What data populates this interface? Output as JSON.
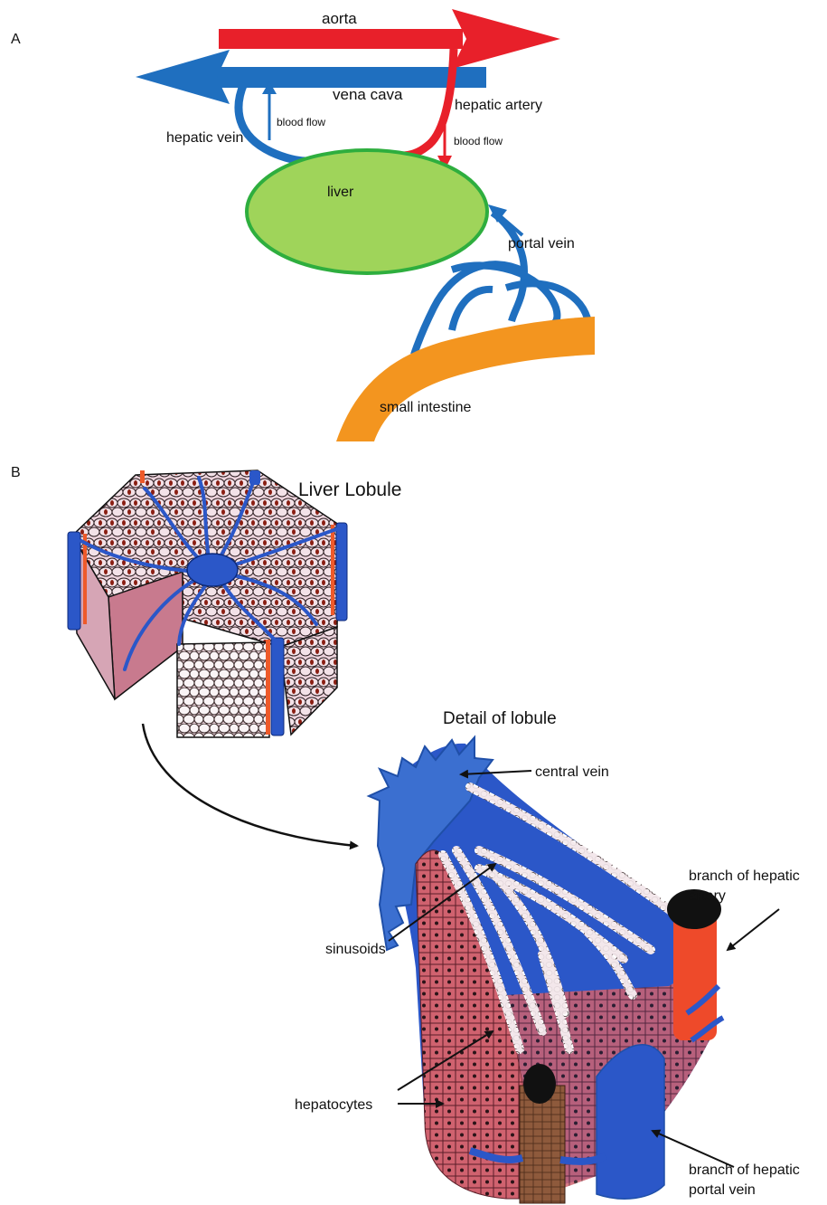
{
  "panel_a": {
    "letter": "A",
    "aorta": "aorta",
    "vena_cava": "vena cava",
    "hepatic_artery": "hepatic artery",
    "hepatic_vein": "hepatic vein",
    "blood_flow_left": "blood flow",
    "blood_flow_right": "blood flow",
    "liver": "liver",
    "portal_vein": "portal vein",
    "small_intestine": "small intestine",
    "colors": {
      "artery": "#e8202a",
      "vein": "#1f6fbf",
      "liver_fill": "#9fd45a",
      "liver_stroke": "#2eae3e",
      "intestine": "#f3951f"
    }
  },
  "panel_b": {
    "letter": "B",
    "liver_lobule": "Liver Lobule",
    "detail_of_lobule": "Detail of lobule",
    "central_vein": "central vein",
    "sinusoids": "sinusoids",
    "hepatocytes": "hepatocytes",
    "branch_hepatic_artery_1": "branch of hepatic",
    "branch_hepatic_artery_2": "artery",
    "branch_portal_vein_1": "branch of hepatic",
    "branch_portal_vein_2": "portal vein",
    "colors": {
      "lobule_fill": "#e9cbd6",
      "cell_outline": "#3a2a2a",
      "nucleus": "#8a1e12",
      "blue": "#2b57c8",
      "tissue": "#c85a6a",
      "artery": "#ee4a2a",
      "bile": "#8a5a3a"
    }
  }
}
